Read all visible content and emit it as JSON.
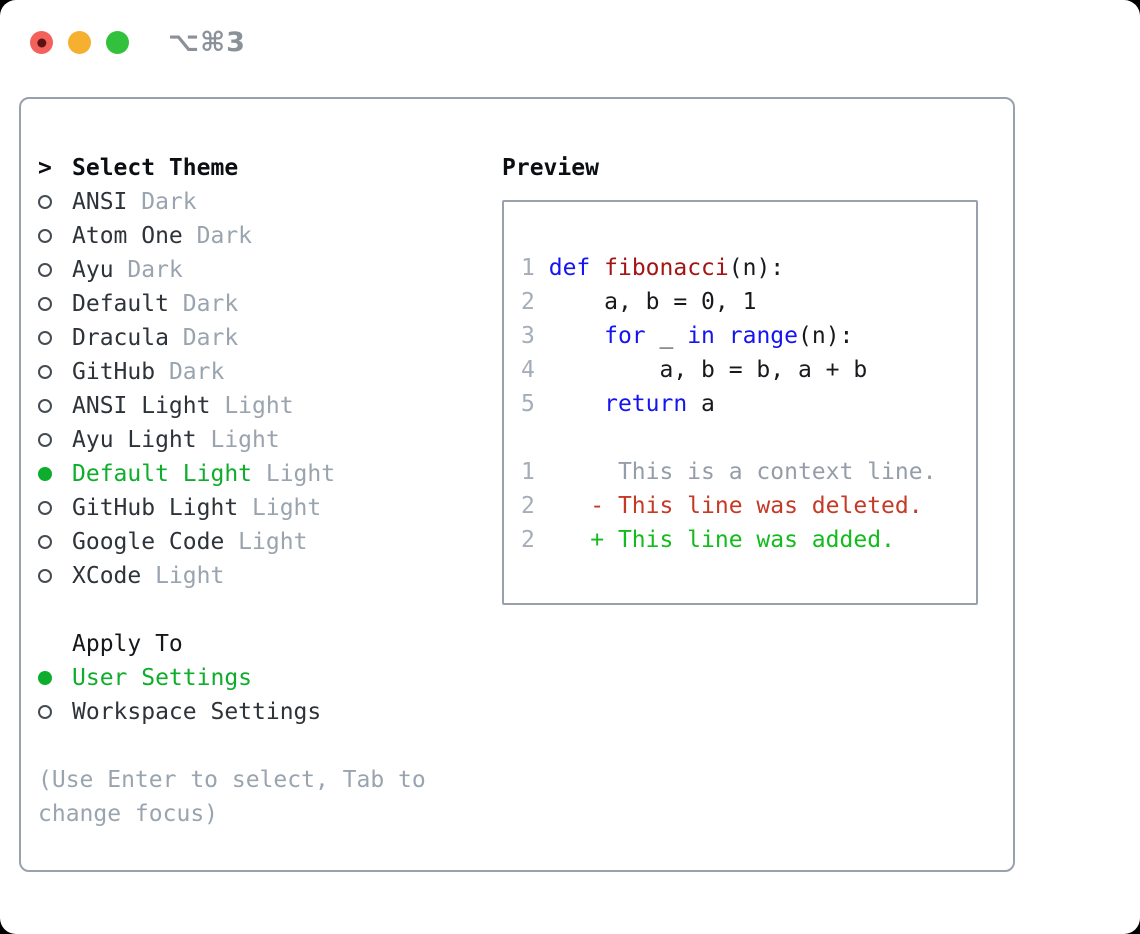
{
  "window": {
    "shortcut": "⌥⌘3",
    "traffic_lights": [
      {
        "name": "close",
        "color": "#f4605a",
        "dot": true
      },
      {
        "name": "minimize",
        "color": "#f6b02f",
        "dot": false
      },
      {
        "name": "zoom",
        "color": "#32c13c",
        "dot": false
      }
    ]
  },
  "theme_panel": {
    "header": {
      "prefix": ">",
      "label": "Select Theme"
    },
    "items": [
      {
        "name": "ANSI",
        "variant": "Dark",
        "selected": false
      },
      {
        "name": "Atom One",
        "variant": "Dark",
        "selected": false
      },
      {
        "name": "Ayu",
        "variant": "Dark",
        "selected": false
      },
      {
        "name": "Default",
        "variant": "Dark",
        "selected": false
      },
      {
        "name": "Dracula",
        "variant": "Dark",
        "selected": false
      },
      {
        "name": "GitHub",
        "variant": "Dark",
        "selected": false
      },
      {
        "name": "ANSI Light",
        "variant": "Light",
        "selected": false
      },
      {
        "name": "Ayu Light",
        "variant": "Light",
        "selected": false
      },
      {
        "name": "Default Light",
        "variant": "Light",
        "selected": true
      },
      {
        "name": "GitHub Light",
        "variant": "Light",
        "selected": false
      },
      {
        "name": "Google Code",
        "variant": "Light",
        "selected": false
      },
      {
        "name": "XCode",
        "variant": "Light",
        "selected": false
      }
    ],
    "apply_to": {
      "header": "Apply To",
      "options": [
        {
          "label": "User Settings",
          "selected": true
        },
        {
          "label": "Workspace Settings",
          "selected": false
        }
      ]
    },
    "help_lines": [
      "(Use Enter to select, Tab to",
      "change focus)"
    ]
  },
  "preview": {
    "title": "Preview",
    "code_lines": [
      [
        {
          "c": "num",
          "t": "1"
        },
        {
          "c": "plain",
          "t": " "
        },
        {
          "c": "kw",
          "t": "def"
        },
        {
          "c": "plain",
          "t": " "
        },
        {
          "c": "fn",
          "t": "fibonacci"
        },
        {
          "c": "plain",
          "t": "(n):"
        }
      ],
      [
        {
          "c": "num",
          "t": "2"
        },
        {
          "c": "plain",
          "t": "     a, b = 0, 1"
        }
      ],
      [
        {
          "c": "num",
          "t": "3"
        },
        {
          "c": "plain",
          "t": "     "
        },
        {
          "c": "kw",
          "t": "for"
        },
        {
          "c": "plain",
          "t": " _ "
        },
        {
          "c": "kw",
          "t": "in"
        },
        {
          "c": "plain",
          "t": " "
        },
        {
          "c": "kw",
          "t": "range"
        },
        {
          "c": "plain",
          "t": "(n):"
        }
      ],
      [
        {
          "c": "num",
          "t": "4"
        },
        {
          "c": "plain",
          "t": "         a, b = b, a + b"
        }
      ],
      [
        {
          "c": "num",
          "t": "5"
        },
        {
          "c": "plain",
          "t": "     "
        },
        {
          "c": "kw",
          "t": "return"
        },
        {
          "c": "plain",
          "t": " a"
        }
      ]
    ],
    "diff_lines": [
      [
        {
          "c": "num",
          "t": "1"
        },
        {
          "c": "ctx",
          "t": "      This is a context line."
        }
      ],
      [
        {
          "c": "num",
          "t": "2"
        },
        {
          "c": "del",
          "t": "    - This line was deleted."
        }
      ],
      [
        {
          "c": "num",
          "t": "2"
        },
        {
          "c": "add",
          "t": "    + This line was added."
        }
      ]
    ]
  },
  "colors": {
    "accent_green": "#0eae2c",
    "added_green": "#12bc1c",
    "deleted_red": "#c43a26",
    "keyword_blue": "#1414f0",
    "function_red": "#a31515",
    "muted_gray": "#9aa4af",
    "line_num_gray": "#a4adb8",
    "context_gray": "#959ea8"
  }
}
